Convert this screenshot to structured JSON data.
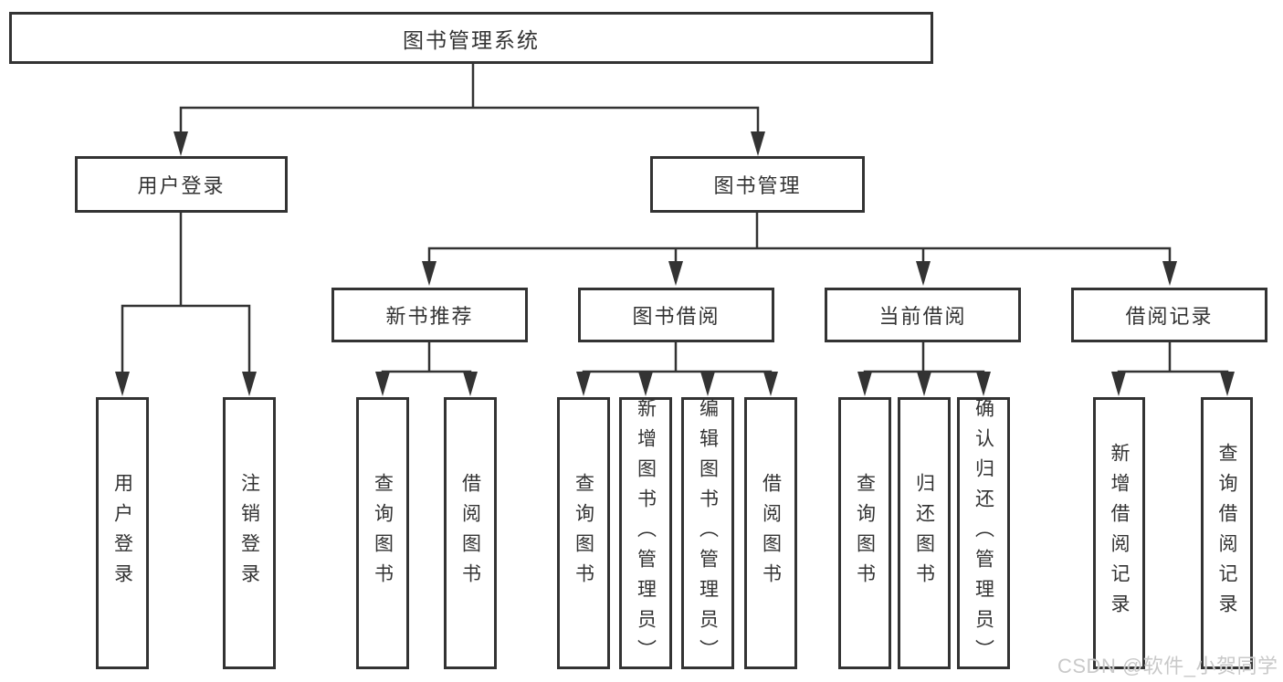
{
  "diagram_title": "图书管理系统",
  "tree": {
    "root": {
      "label": "图书管理系统"
    },
    "branches": [
      {
        "label": "用户登录",
        "children": [
          {
            "label": "用户登录"
          },
          {
            "label": "注销登录"
          }
        ]
      },
      {
        "label": "图书管理",
        "children": [
          {
            "label": "新书推荐",
            "children": [
              {
                "label": "查询图书"
              },
              {
                "label": "借阅图书"
              }
            ]
          },
          {
            "label": "图书借阅",
            "children": [
              {
                "label": "查询图书"
              },
              {
                "label": "新增图书（管理员）"
              },
              {
                "label": "编辑图书（管理员）"
              },
              {
                "label": "借阅图书"
              }
            ]
          },
          {
            "label": "当前借阅",
            "children": [
              {
                "label": "查询图书"
              },
              {
                "label": "归还图书"
              },
              {
                "label": "确认归还（管理员）"
              }
            ]
          },
          {
            "label": "借阅记录",
            "children": [
              {
                "label": "新增借阅记录"
              },
              {
                "label": "查询借阅记录"
              }
            ]
          }
        ]
      }
    ]
  },
  "watermark": {
    "text": "CSDN @软件_小贺同学"
  },
  "colors": {
    "line": "#333333",
    "box_border": "#333333",
    "text": "#333333",
    "background": "#ffffff",
    "watermark": "#c9c9c9"
  }
}
